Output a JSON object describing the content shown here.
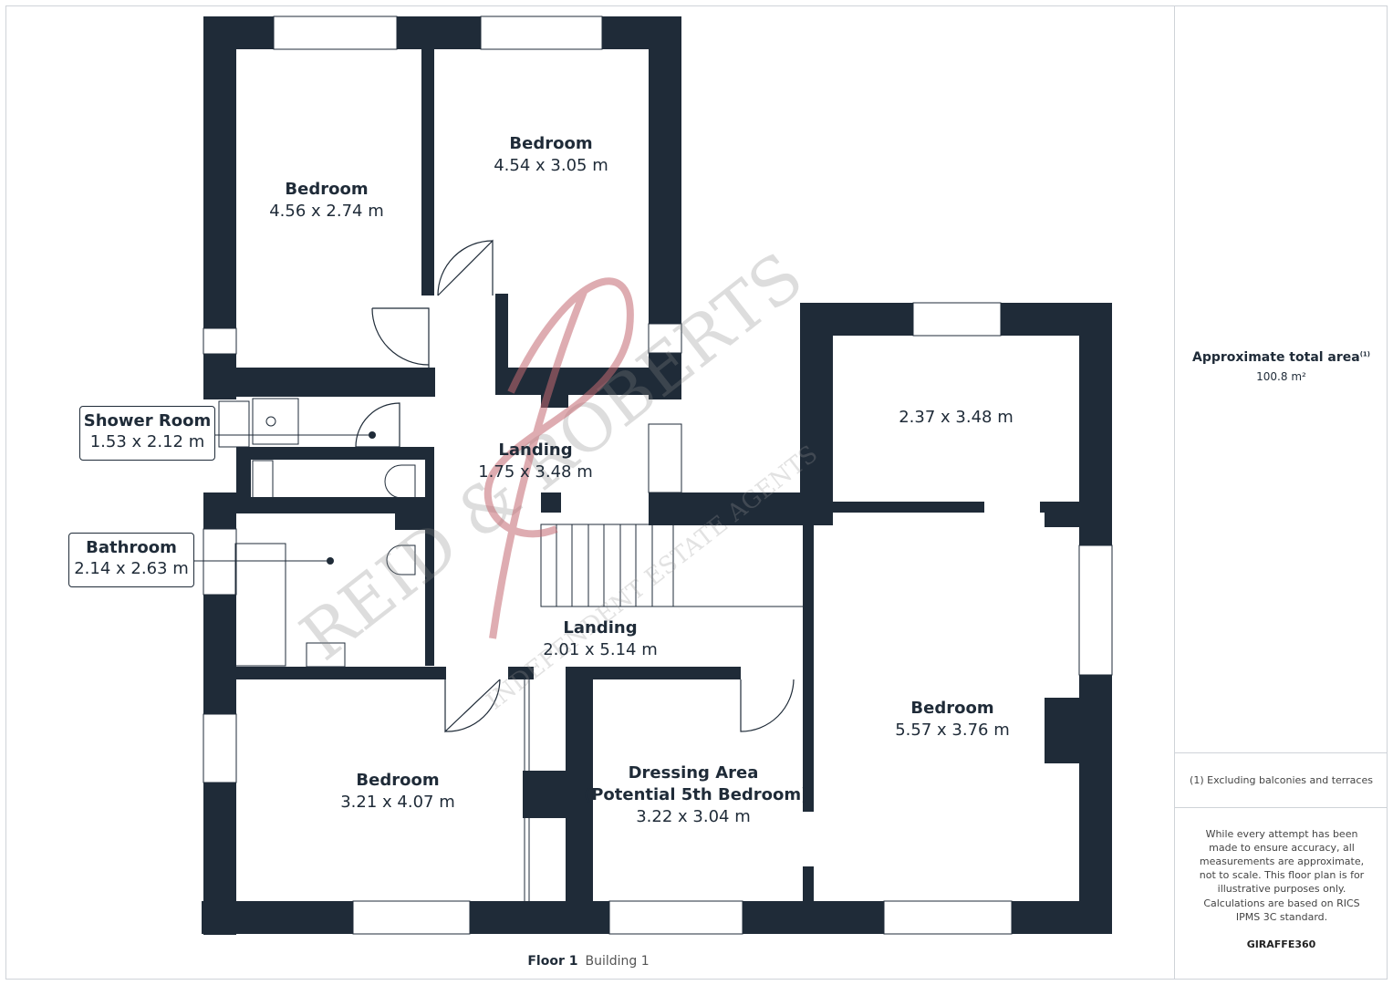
{
  "rooms": {
    "bedroom_nw": {
      "name": "Bedroom",
      "dims": "4.56 x 2.74 m"
    },
    "bedroom_n": {
      "name": "Bedroom",
      "dims": "4.54 x 3.05 m"
    },
    "room_ne": {
      "dims": "2.37 x 3.48 m"
    },
    "landing_upper": {
      "name": "Landing",
      "dims": "1.75 x 3.48 m"
    },
    "landing_lower": {
      "name": "Landing",
      "dims": "2.01 x 5.14 m"
    },
    "bedroom_sw": {
      "name": "Bedroom",
      "dims": "3.21 x 4.07 m"
    },
    "dressing": {
      "name": "Dressing Area",
      "name2": "(Potential 5th Bedroom)",
      "dims": "3.22 x 3.04 m"
    },
    "bedroom_e": {
      "name": "Bedroom",
      "dims": "5.57 x 3.76 m"
    },
    "shower": {
      "name": "Shower Room",
      "dims": "1.53 x 2.12 m"
    },
    "bathroom": {
      "name": "Bathroom",
      "dims": "2.14 x 2.63 m"
    }
  },
  "footer": {
    "floor": "Floor 1",
    "building": "Building 1"
  },
  "side": {
    "area_title": "Approximate total area",
    "area_sup": "(1)",
    "area_value": "100.8 m²",
    "footnote": "(1) Excluding balconies and terraces",
    "disclaimer": "While every attempt has been made to ensure accuracy, all measurements are approximate, not to scale. This floor plan is for illustrative purposes only.",
    "calc_note": "Calculations are based on RICS IPMS 3C standard.",
    "logo_a": "GIRAFFE",
    "logo_b": "360"
  },
  "watermark": {
    "brand": "REID & ROBERTS",
    "tagline": "INDEPENDENT ESTATE AGENTS"
  },
  "colors": {
    "wall": "#1f2b38",
    "watermark": "#c46a72"
  }
}
